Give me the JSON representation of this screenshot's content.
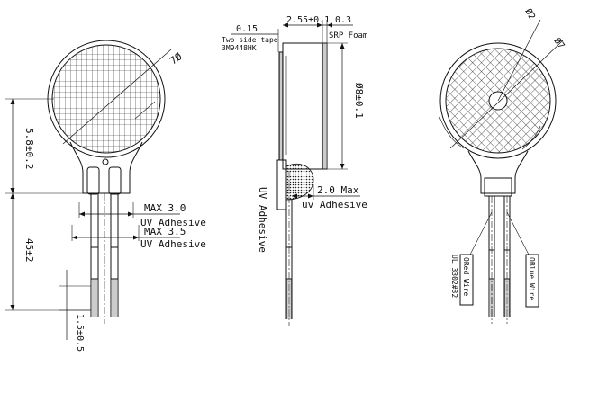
{
  "labels": {
    "dia_7_front": "7Ø",
    "dim_5_8": "5.8±0.2",
    "dim_45": "45±2",
    "dim_1_5": "1.5±0.5",
    "max_3_0": "MAX 3.0",
    "uv_adhesive_1": "UV Adhesive",
    "max_3_5": "MAX 3.5",
    "uv_adhesive_2": "UV Adhesive",
    "tape_thickness": "0.15",
    "tape_desc_1": "Two side tape",
    "tape_desc_2": "3M9448HK",
    "dim_2_55": "2.55±0.1",
    "dim_0_3": "0.3",
    "srp_foam": "SRP Foam",
    "dim_8": "Ø8±0.1",
    "uv_adhesive_side": "UV Adhesive",
    "dim_2_0_max": "2.0 Max",
    "uv_adhesive_small": "uv Adhesive",
    "dia_2": "Ø2",
    "dia_7_back": "Ø7",
    "red_wire": "ORed Wire",
    "ul_wire": "UL 3302#32",
    "blue_wire": "OBlue Wire"
  }
}
